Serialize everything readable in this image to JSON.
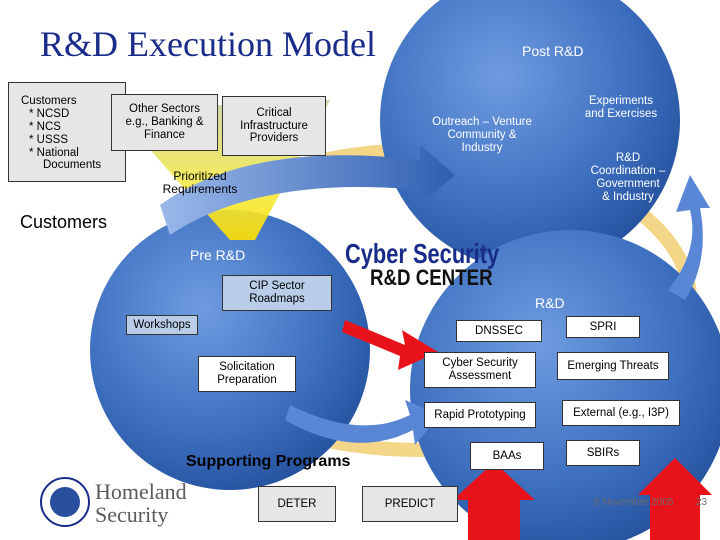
{
  "title": "R&D Execution Model",
  "labels": {
    "post_rd": "Post R&D",
    "customers_big": "Customers",
    "pre_rd": "Pre R&D",
    "rd": "R&D",
    "supporting_programs": "Supporting Programs",
    "prioritized_requirements": "Prioritized\nRequirements",
    "outreach": "Outreach – Venture\nCommunity &\nIndustry",
    "experiments": "Experiments\nand Exercises",
    "rd_coordination": "R&D\nCoordination –\nGovernment\n& Industry"
  },
  "customers_box": {
    "heading": "Customers",
    "items": [
      "* NCSD",
      "* NCS",
      "* USSS",
      "* National",
      "Documents"
    ]
  },
  "other_sectors": "Other Sectors\ne.g., Banking &\nFinance",
  "critical_infrastructure": "Critical\nInfrastructure\nProviders",
  "pre_rd_items": {
    "cip_roadmaps": "CIP Sector\nRoadmaps",
    "workshops": "Workshops",
    "solicitation": "Solicitation\nPreparation"
  },
  "rd_items": {
    "dnssec": "DNSSEC",
    "spri": "SPRI",
    "cyber_assessment": "Cyber Security\nAssessment",
    "emerging_threats": "Emerging Threats",
    "rapid_prototyping": "Rapid Prototyping",
    "external": "External (e.g., I3P)",
    "baas": "BAAs",
    "sbirs": "SBIRs"
  },
  "supporting": {
    "deter": "DETER",
    "predict": "PREDICT"
  },
  "logo_center": {
    "line1": "Cyber Security",
    "line2": "R&D CENTER"
  },
  "logo_homeland": {
    "line1": "Homeland",
    "line2": "Security"
  },
  "footer": {
    "date": "8 November 2005",
    "page": "23"
  },
  "colors": {
    "title": "#1a2c8a",
    "circle_blue": "#3d6fbf",
    "loop_yellow": "#f2d27a",
    "arrow_red": "#e8121b",
    "arrow_blue": "#5a86d6"
  }
}
